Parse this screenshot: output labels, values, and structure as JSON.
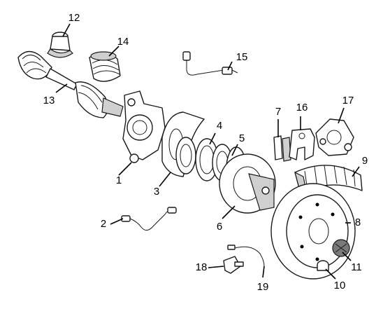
{
  "callouts": {
    "1": "1",
    "2": "2",
    "3": "3",
    "4": "4",
    "5": "5",
    "6": "6",
    "7": "7",
    "8": "8",
    "9": "9",
    "10": "10",
    "11": "11",
    "12": "12",
    "13": "13",
    "14": "14",
    "15": "15",
    "16": "16",
    "17": "17",
    "18": "18",
    "19": "19"
  },
  "colors": {
    "line": "#1a1a1a",
    "shade": "#cfcfcf",
    "background": "#ffffff"
  }
}
